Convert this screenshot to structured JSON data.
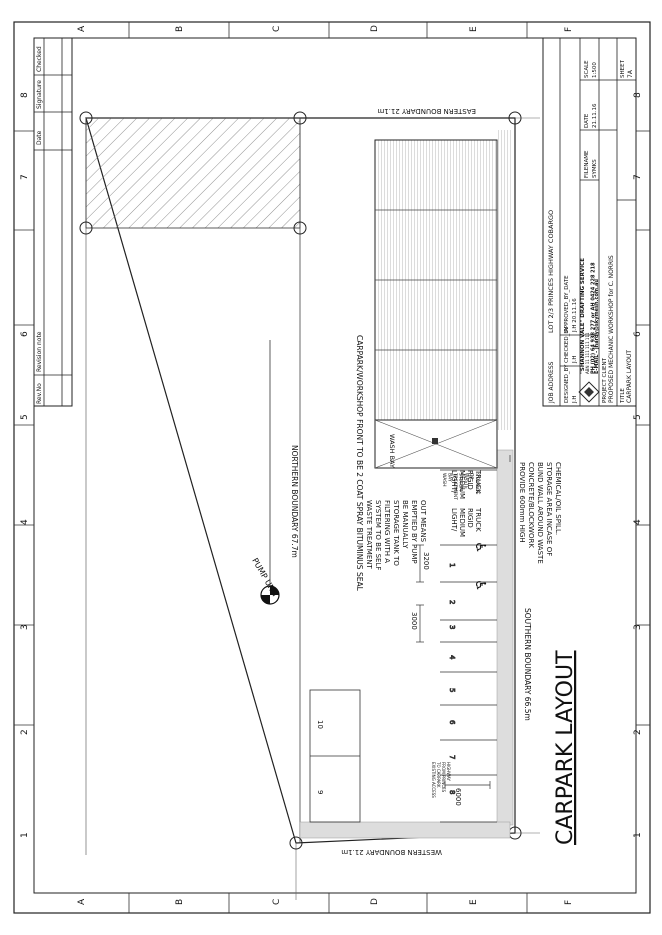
{
  "border": {
    "cols_top": [
      "1",
      "2",
      "3",
      "4",
      "5",
      "6",
      "7",
      "8"
    ],
    "rows_left": [
      "A",
      "B",
      "C",
      "D",
      "E",
      "F"
    ]
  },
  "revision_table": {
    "headers": [
      "Rev.No",
      "Revision note",
      "Date",
      "Signature",
      "Checked"
    ]
  },
  "title_block": {
    "job_address_label": "JOB ADDRESS",
    "job_address": "LOT 2/3 PRINCES HIGHWAY COBARGO",
    "designed_by_label": "DESIGNED_BY",
    "designed_by": "J.H",
    "checked_by_label": "CHECKED_BY",
    "checked_by": "J.H",
    "approved_by_label": "APPROVED_BY_DATE",
    "approved_by": "J.H   20.11.16",
    "filename_label": "FILENAME",
    "filename": "SYMKS",
    "date_label": "DATE",
    "date": "21.11.16",
    "scale_label": "SCALE",
    "scale": "1:500",
    "company_name": "\"SHANNON VALE\" DRAFTING SERVICE",
    "company_abn": "ABN 11 111 111 111",
    "company_phone": "PH (02) 64 938 277 or AH 0424 228 218",
    "company_email": "E-MAIL - jhardy@skymesh.com.au",
    "project_label": "PROJECT  CLIENT",
    "project": "PROPOSED MECHANIC WORKSHOP for C. NORRIS",
    "title_label": "TITLE",
    "title": "CARPARK LAYOUT",
    "sheet_label": "SHEET",
    "sheet": "7A"
  },
  "drawing": {
    "main_title": "CARPARK LAYOUT",
    "eastern_boundary": "EASTERN BOUNDARY 21.1m",
    "western_boundary": "WESTERN BOUNDARY 21.1m",
    "northern_boundary": "NORTHERN BOUNDARY 67.7m",
    "southern_boundary": "SOUTHERN BOUNDARY 66.5m",
    "seal_note": "CARPARK/WORKSHOP FRONT TO BE 2 COAT SPRAY BITUMINUS SEAL",
    "pump_unit": "PUMP UNIT",
    "waste_note_lines": [
      "WASTE TREATMENT",
      "SYSTEM TO BE SELF",
      "FILTERING WITH A",
      "STORAGE TANK TO",
      "BE MANUALLY",
      "EMPTIED BY PUMP",
      "OUT MEANS"
    ],
    "bund_note_lines": [
      "PROVIDE 600mm HIGH",
      "CONCRETE/BLOCKWORK",
      "BUND WALL AROUND WASTE",
      "STORAGE AREA INCASE OF",
      "CHEMICAL/OIL SPILL."
    ],
    "truck_bay_lines": [
      "LIGHT/",
      "MEDIUM",
      "RIGID",
      "TRUCK"
    ],
    "truck_bay2_lines": [
      "LIGHT/",
      "MEDIUM",
      "RIGID",
      "TRUCK"
    ],
    "wash_bay": "WASH BAY",
    "small_note_lines": [
      "WASH",
      "BAY",
      "TREATMENT",
      "SYSTEM",
      "WASTE",
      "OIL",
      "STORAGE"
    ],
    "access_note_lines": [
      "EXISTING ACCESS",
      "TO CARPARK",
      "FROM PRINCES",
      "HIGHWAY"
    ],
    "dim_3200": "3200",
    "dim_3000": "3000",
    "dim_6000": "6000",
    "bay_numbers": [
      "1",
      "2",
      "3",
      "4",
      "5",
      "6",
      "7",
      "8"
    ],
    "stack_labels": [
      "9",
      "10"
    ]
  }
}
